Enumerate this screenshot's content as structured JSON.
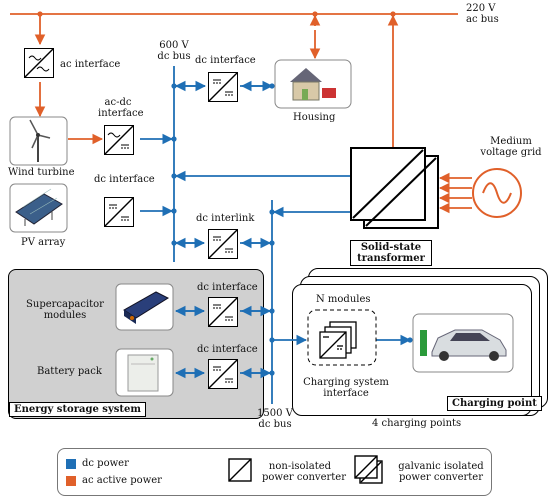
{
  "labels": {
    "ac_bus": "220 V\nac bus",
    "dc_bus_600": "600 V\ndc bus",
    "dc_bus_1500": "1500 V\ndc bus",
    "ac_interface": "ac interface",
    "dc_interface_top": "dc interface",
    "housing": "Housing",
    "ac_dc_interface": "ac-dc\ninterface",
    "wind_turbine": "Wind turbine",
    "dc_interface_pv": "dc interface",
    "pv_array": "PV array",
    "dc_interlink": "dc interlink",
    "medium_voltage_grid": "Medium\nvoltage grid",
    "solid_state_transformer": "Solid-state\ntransformer",
    "supercapacitor_modules": "Supercapacitor\nmodules",
    "battery_pack": "Battery pack",
    "dc_interface_sc": "dc interface",
    "dc_interface_bat": "dc interface",
    "energy_storage_system": "Energy storage system",
    "n_modules": "N modules",
    "charging_system_interface": "Charging system\ninterface",
    "charging_point": "Charging point",
    "four_charging_points": "4 charging points"
  },
  "legend": {
    "dc_power": "dc power",
    "ac_active_power": "ac active power",
    "non_isolated": "non-isolated\npower converter",
    "galvanic_isolated": "galvanic isolated\npower converter"
  },
  "colors": {
    "dc_power": "#1f6fb5",
    "ac_power": "#e0602a",
    "ess_background": "#d0d0d0"
  }
}
